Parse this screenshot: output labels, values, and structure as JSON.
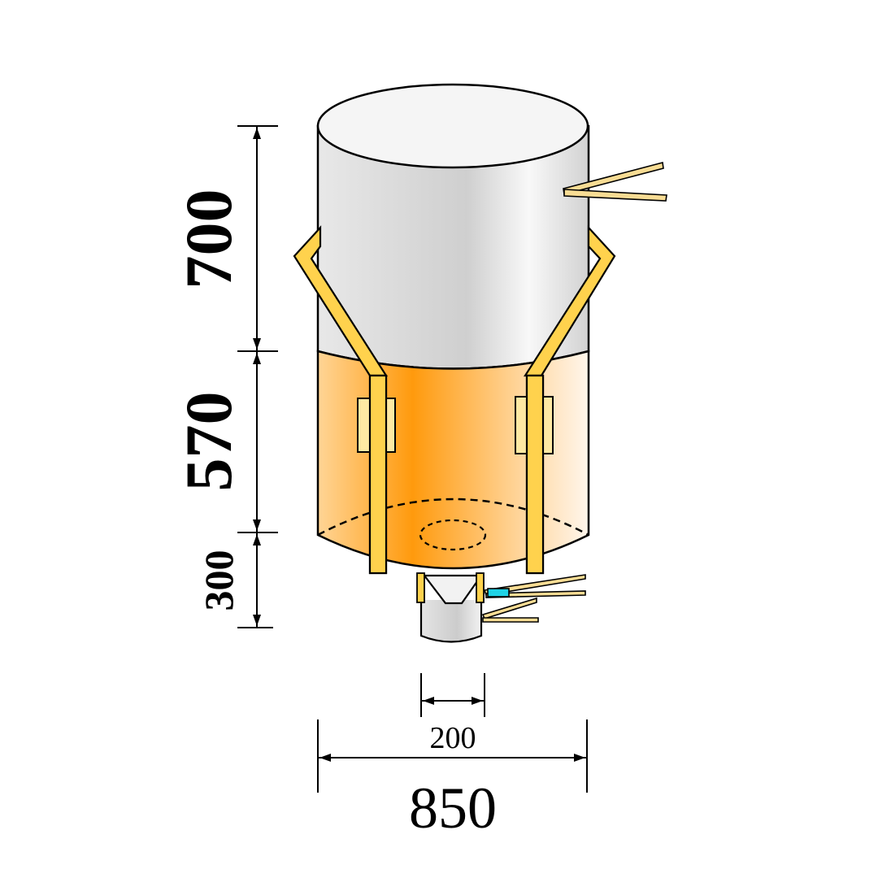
{
  "dimensions": {
    "body_height": "700",
    "skirt_height": "570",
    "spout_height": "300",
    "spout_diameter": "200",
    "bag_diameter": "850"
  },
  "colors": {
    "bag_body_gray": "#d8d8d8",
    "bag_body_highlight": "#f6f6f6",
    "lower_section_orange": "#ff9d1a",
    "lower_section_pale": "#fff1dd",
    "strap_yellow": "#ffd24d",
    "tie_yellow": "#f7dc94",
    "connector_cyan": "#1fd3e6",
    "line": "#000000"
  },
  "icons": {
    "lifting_loop": "yellow-strap",
    "discharge_spout": "cylinder",
    "spout_tie": "cyan-tag"
  }
}
